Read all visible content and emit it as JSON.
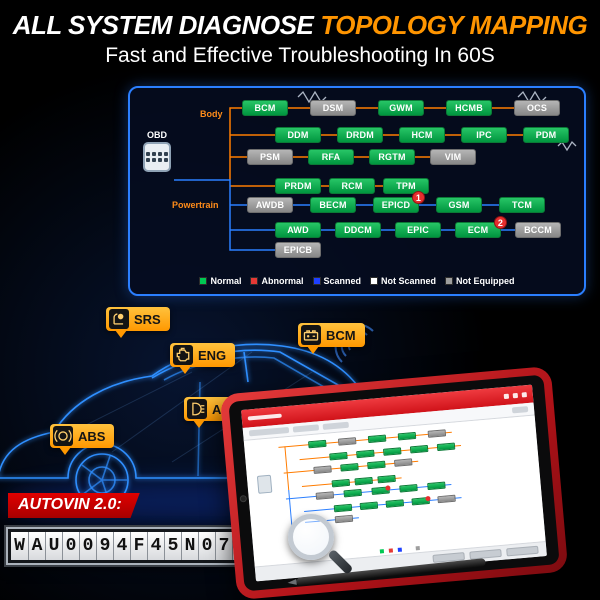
{
  "header": {
    "title_white": "ALL SYSTEM DIAGNOSE",
    "title_orange": "TOPOLOGY MAPPING",
    "subtitle": "Fast and Effective Troubleshooting In 60S"
  },
  "colors": {
    "accent_orange": "#FF9500",
    "node_green": "#00963F",
    "node_gray": "#8C8C8C",
    "abnormal_red": "#E62E2E",
    "panel_border_blue": "#2B7FFF",
    "line_orange": "#FF7C00",
    "line_blue": "#2B7FFF",
    "autovin_red": "#C80000"
  },
  "topology": {
    "obd_label": "OBD",
    "section_labels": {
      "body": "Body",
      "powertrain": "Powertrain"
    },
    "rows": [
      {
        "nodes": [
          {
            "label": "BCM",
            "status": "normal"
          },
          {
            "label": "DSM",
            "status": "not_equipped"
          },
          {
            "label": "GWM",
            "status": "normal"
          },
          {
            "label": "HCMB",
            "status": "normal"
          },
          {
            "label": "OCS",
            "status": "not_equipped"
          }
        ]
      },
      {
        "nodes": [
          {
            "label": "DDM",
            "status": "normal"
          },
          {
            "label": "DRDM",
            "status": "normal"
          },
          {
            "label": "HCM",
            "status": "normal"
          },
          {
            "label": "IPC",
            "status": "normal"
          },
          {
            "label": "PDM",
            "status": "normal"
          }
        ]
      },
      {
        "nodes": [
          {
            "label": "PSM",
            "status": "not_equipped"
          },
          {
            "label": "RFA",
            "status": "normal"
          },
          {
            "label": "RGTM",
            "status": "normal"
          },
          {
            "label": "VIM",
            "status": "not_equipped"
          }
        ]
      },
      {
        "nodes": [
          {
            "label": "PRDM",
            "status": "normal"
          },
          {
            "label": "RCM",
            "status": "normal"
          },
          {
            "label": "TPM",
            "status": "normal"
          }
        ]
      },
      {
        "nodes": [
          {
            "label": "AWDB",
            "status": "not_equipped"
          },
          {
            "label": "BECM",
            "status": "normal"
          },
          {
            "label": "EPICD",
            "status": "normal",
            "badge": "1"
          },
          {
            "label": "GSM",
            "status": "normal"
          },
          {
            "label": "TCM",
            "status": "normal"
          }
        ]
      },
      {
        "nodes": [
          {
            "label": "AWD",
            "status": "normal"
          },
          {
            "label": "DDCM",
            "status": "normal"
          },
          {
            "label": "EPIC",
            "status": "normal"
          },
          {
            "label": "ECM",
            "status": "normal",
            "badge": "2"
          },
          {
            "label": "BCCM",
            "status": "not_equipped"
          }
        ]
      },
      {
        "nodes": [
          {
            "label": "EPICB",
            "status": "not_equipped"
          }
        ]
      }
    ],
    "legend": [
      {
        "label": "Normal",
        "color": "#00C853"
      },
      {
        "label": "Abnormal",
        "color": "#E53935"
      },
      {
        "label": "Scanned",
        "color": "#1E40FF"
      },
      {
        "label": "Not Scanned",
        "color": "#FFFFFF"
      },
      {
        "label": "Not Equipped",
        "color": "#9E9E9E"
      }
    ]
  },
  "callouts": [
    {
      "label": "SRS",
      "icon": "airbag-icon"
    },
    {
      "label": "ENG",
      "icon": "engine-icon"
    },
    {
      "label": "BCM",
      "icon": "battery-icon"
    },
    {
      "label": "AFS",
      "icon": "headlight-icon"
    },
    {
      "label": "ABS",
      "icon": "abs-icon"
    }
  ],
  "autovin": {
    "label": "AUTOVIN 2.0:",
    "vin": "WAU0094F45N077526"
  }
}
